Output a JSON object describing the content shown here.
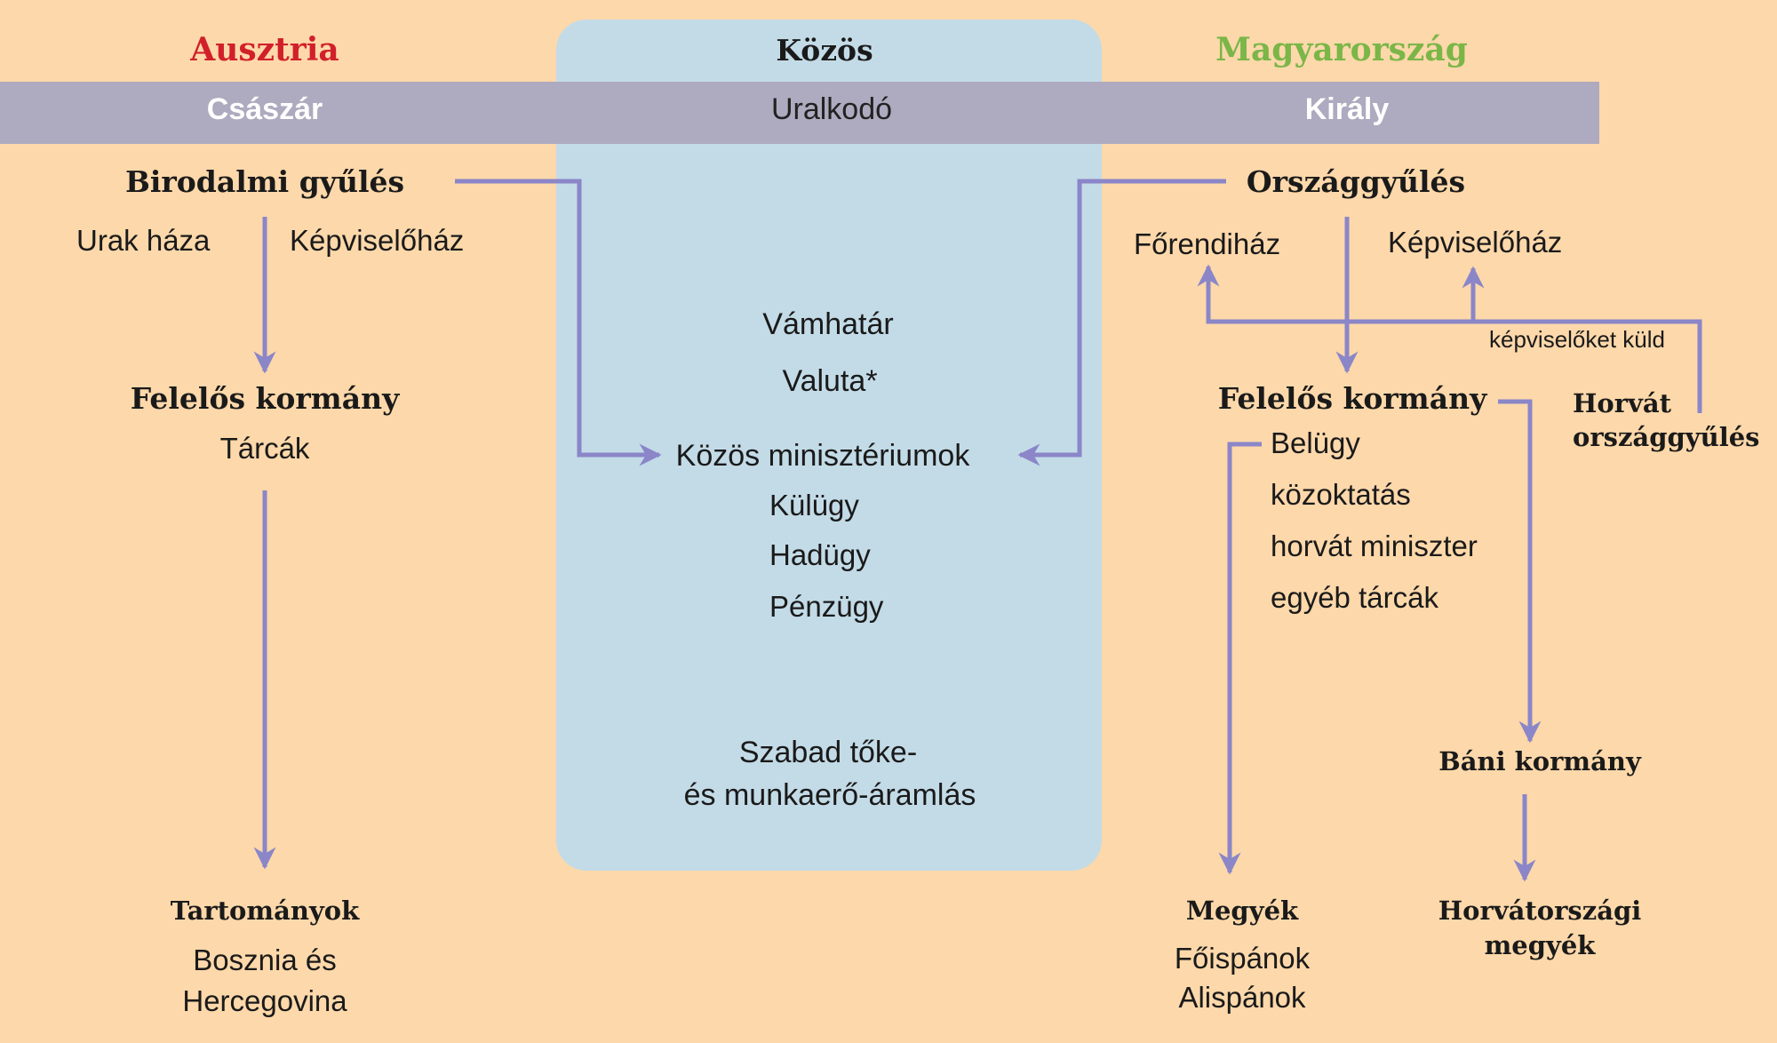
{
  "colors": {
    "background": "#fdd8aa",
    "common_panel": "#c3dbe7",
    "ruler_band": "#aeaabf",
    "arrow": "#8a86c8",
    "austria_title": "#d1202a",
    "hungary_title": "#7ab648"
  },
  "headers": {
    "austria": "Ausztria",
    "common": "Közös",
    "hungary": "Magyarország"
  },
  "ruler_band": {
    "austria": "Császár",
    "common": "Uralkodó",
    "hungary": "Király"
  },
  "austria": {
    "parliament": "Birodalmi gyűlés",
    "upper_house": "Urak háza",
    "lower_house": "Képviselőház",
    "government": "Felelős kormány",
    "portfolios": "Tárcák",
    "provinces": "Tartományok",
    "bosnia_line1": "Bosznia és",
    "bosnia_line2": "Hercegovina"
  },
  "common": {
    "customs": "Vámhatár",
    "currency": "Valuta*",
    "ministries": "Közös minisztériumok",
    "foreign": "Külügy",
    "war": "Hadügy",
    "finance": "Pénzügy",
    "free_flow_line1": "Szabad tőke-",
    "free_flow_line2": "és munkaerő-áramlás"
  },
  "hungary": {
    "parliament": "Országgyűlés",
    "upper_house": "Főrendiház",
    "lower_house": "Képviselőház",
    "sends_representatives": "képviselőket küld",
    "government": "Felelős kormány",
    "croatian_parliament_line1": "Horvát",
    "croatian_parliament_line2": "országgyűlés",
    "portfolios": [
      "Belügy",
      "közoktatás",
      "horvát miniszter",
      "egyéb tárcák"
    ],
    "ban_government": "Báni kormány",
    "counties": "Megyék",
    "head_sheriffs": "Főispánok",
    "deputy_sheriffs": "Alispánok",
    "croatian_counties_line1": "Horvátországi",
    "croatian_counties_line2": "megyék"
  }
}
